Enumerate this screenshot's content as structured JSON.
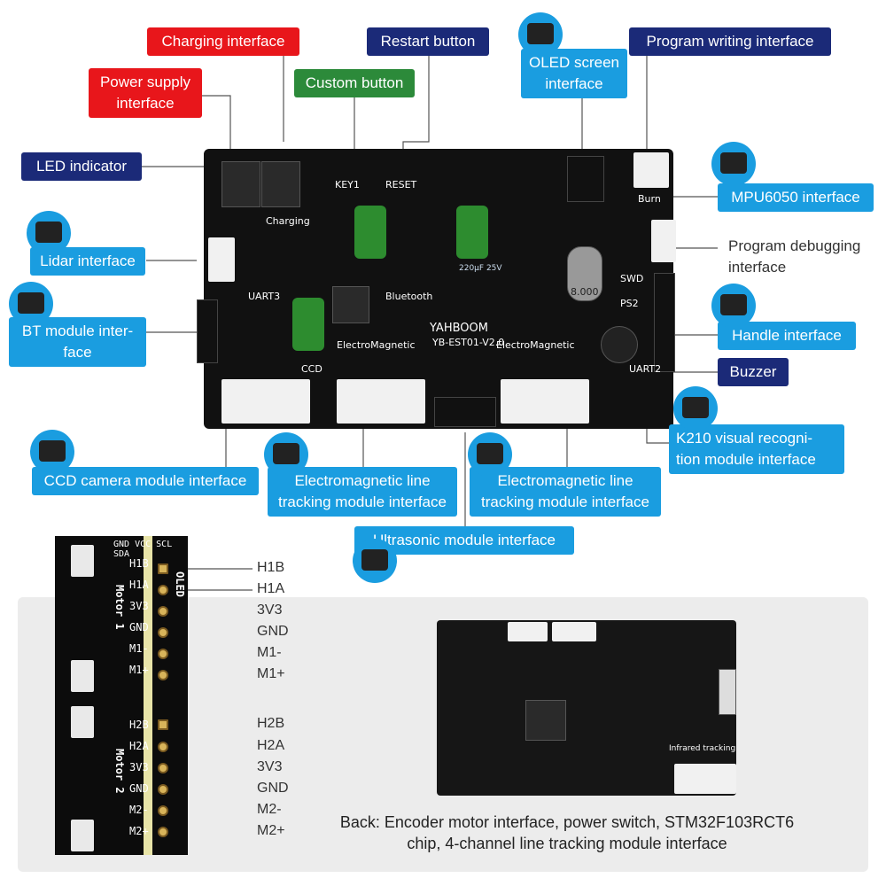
{
  "labels": {
    "charging": "Charging interface",
    "restart": "Restart button",
    "oled": "OLED screen\ninterface",
    "program_writing": "Program writing interface",
    "power_supply": "Power supply\ninterface",
    "custom_button": "Custom button",
    "led": "LED indicator",
    "mpu6050": "MPU6050 interface",
    "lidar": "Lidar interface",
    "program_debugging": "Program debugging\ninterface",
    "bt_module": "BT module inter-\nface",
    "handle": "Handle interface",
    "buzzer": "Buzzer",
    "k210": "K210 visual recogni-\ntion module interface",
    "ccd": "CCD camera module interface",
    "em_left": "Electromagnetic line\ntracking module interface",
    "em_right": "Electromagnetic line\ntracking module interface",
    "ultrasonic": "Ultrasonic module interface"
  },
  "board": {
    "model": "YB-EST01-V2.0",
    "brand": "YAHBOOM",
    "silk_em1": "ElectroMagnetic",
    "silk_em2": "ElectroMagnetic",
    "silk_ccd": "CCD",
    "silk_bt": "Bluetooth",
    "silk_uart3": "UART3",
    "silk_uart2": "UART2",
    "silk_burn": "Burn",
    "silk_charging": "Charging",
    "silk_key1": "KEY1",
    "silk_reset": "RESET",
    "silk_ps2": "PS2",
    "silk_swd": "SWD",
    "silk_crystal": "8.000",
    "silk_cap": "220μF 25V"
  },
  "pin_strip": {
    "header": "GND VCC SCL SDA",
    "oled_tag": "OLED",
    "motor1_tag": "Motor 1",
    "motor2_tag": "Motor 2",
    "motor1_pins": [
      "H1B",
      "H1A",
      "3V3",
      "GND",
      "M1-",
      "M1+"
    ],
    "motor2_pins": [
      "H2B",
      "H2A",
      "3V3",
      "GND",
      "M2-",
      "M2+"
    ]
  },
  "back": {
    "silk_infrared": "Infrared tracking",
    "caption_line1": "Back: Encoder motor interface, power switch, STM32F103RCT6",
    "caption_line2": "chip, 4-channel line tracking module interface"
  },
  "colors": {
    "red": "#e8161b",
    "navy": "#1b2a78",
    "green": "#2c8a3a",
    "blue": "#1a9de0"
  }
}
